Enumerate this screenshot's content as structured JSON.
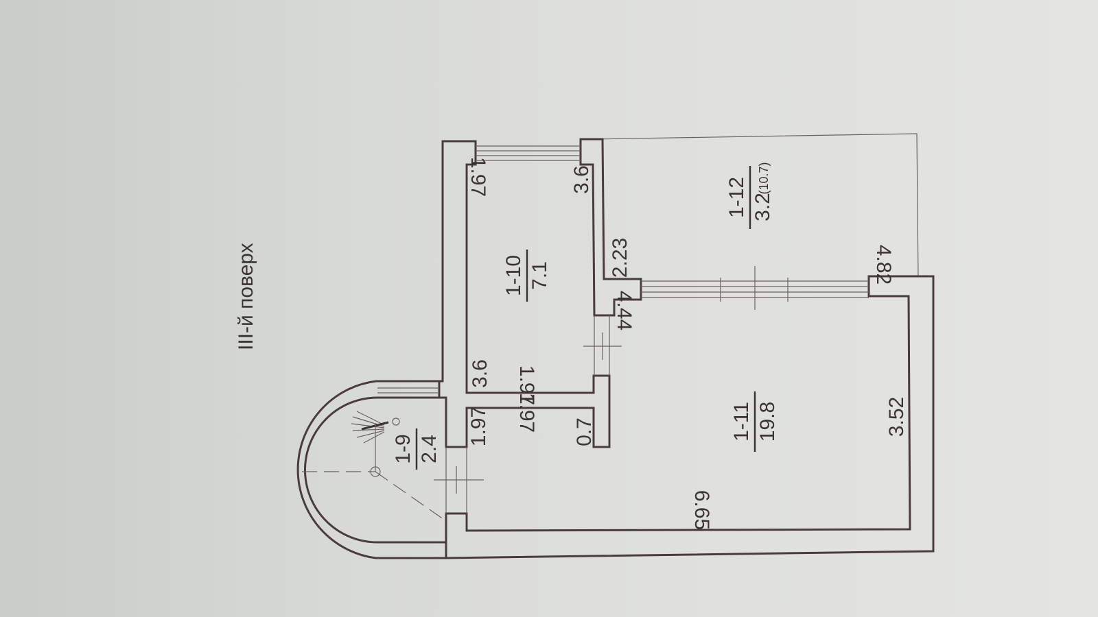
{
  "floor_label": "ІІІ-й   поверх",
  "rooms": {
    "r9": {
      "id": "1-9",
      "area": "2.4"
    },
    "r10": {
      "id": "1-10",
      "area": "7.1"
    },
    "r11": {
      "id": "1-11",
      "area": "19.8"
    },
    "r12": {
      "id": "1-12",
      "area": "3.2",
      "area_note": "(10.7)"
    }
  },
  "dimensions": {
    "d_197_top": "1.97",
    "d_36_right": "3.6",
    "d_223": "2.23",
    "d_482": "4.82",
    "d_444": "4.44",
    "d_36_left": "3.6",
    "d_197_mid": "1.97",
    "d_197_low": "1.97",
    "d_197_side": "1.97",
    "d_07": "0.7",
    "d_352": "3.52",
    "d_665": "6.65"
  },
  "colors": {
    "wall": "#4a3c3c",
    "text": "#3a3434",
    "paper": "#dedfdc"
  }
}
